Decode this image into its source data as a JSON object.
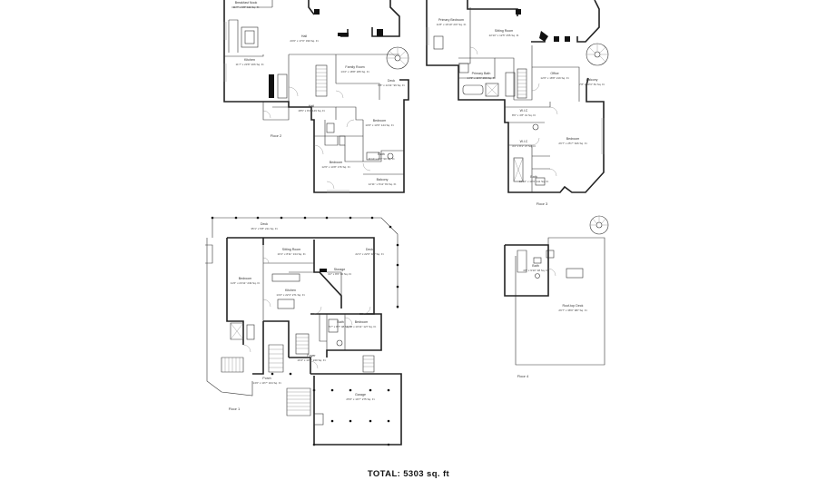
{
  "total": "TOTAL: 5303 sq. ft",
  "floors": {
    "floor2": {
      "name": "Floor 2",
      "rooms": {
        "breakfast": {
          "name": "Breakfast Nook",
          "size": "11'7\" x 9'8\" 111 Sq. Ft"
        },
        "hall": {
          "name": "Hall",
          "size": "20'0\" x 17'0\" 330 Sq. Ft"
        },
        "kitchen": {
          "name": "Kitchen",
          "size": "11'7\" x 23'8\" 206 Sq. Ft"
        },
        "family": {
          "name": "Family Room",
          "size": "13'2\" x 18'8\" 265 Sq. Ft"
        },
        "deck": {
          "name": "Deck",
          "size": "6'8\" x 14'11\" 99 Sq. Ft"
        },
        "hall2": {
          "name": "Hall",
          "size": "18'5\" x 8'2\" 149 Sq. Ft"
        },
        "bedroom": {
          "name": "Bedroom",
          "size": "10'6\" x 13'9\" 144 Sq. Ft"
        },
        "bedroom2": {
          "name": "Bedroom",
          "size": "12'6\" x 14'8\" 176 Sq. Ft"
        },
        "bath": {
          "name": "Bath",
          "size": "11'11\" x 8'3\" 90 Sq. Ft"
        },
        "balcony": {
          "name": "Balcony",
          "size": "12'11\" x 6'11\" 84 Sq. Ft"
        }
      }
    },
    "floor3": {
      "name": "Floor 3",
      "rooms": {
        "primary_bedroom": {
          "name": "Primary Bedroom",
          "size": "11'8\" x 19'10\" 207 Sq. Ft"
        },
        "sitting": {
          "name": "Sitting Room",
          "size": "22'10\" x 12'5\" 255 Sq. Ft"
        },
        "primary_bath": {
          "name": "Primary Bath",
          "size": "14'3\" x 11'6\" 156 Sq. Ft"
        },
        "office": {
          "name": "Office",
          "size": "12'6\" x 18'8\" 219 Sq. Ft"
        },
        "balcony": {
          "name": "Balcony",
          "size": "7'8\" x 13'3\" 81 Sq. Ft"
        },
        "bedroom": {
          "name": "Bedroom",
          "size": "26'7\" x 25'7\" 626 Sq. Ft"
        },
        "wic": {
          "name": "W.I.C",
          "size": "8'9\" x 4'8\" 41 Sq. Ft"
        },
        "wic2": {
          "name": "W.I.C",
          "size": "4'4\" x 8'1\" 37 Sq. Ft"
        },
        "bath": {
          "name": "Bath",
          "size": "10'10\" x 10'6\" 111 Sq. Ft"
        }
      }
    },
    "floor1": {
      "name": "Floor 1",
      "rooms": {
        "deck": {
          "name": "Deck",
          "size": "35'1\" x 5'8\" 211 Sq. Ft"
        },
        "sitting": {
          "name": "Sitting Room",
          "size": "16'1\" x 8'11\" 134 Sq. Ft"
        },
        "deck2": {
          "name": "Deck",
          "size": "22'1\" x 22'0\" 487 Sq. Ft"
        },
        "bedroom": {
          "name": "Bedroom",
          "size": "11'6\" x 23'11\" 249 Sq. Ft"
        },
        "storage": {
          "name": "Storage",
          "size": "4'2\" x 8'6\" 60 Sq. Ft"
        },
        "kitchen": {
          "name": "Kitchen",
          "size": "13'2\" x 22'4\" 271 Sq. Ft"
        },
        "bath": {
          "name": "Bath",
          "size": "5'7\" x 8'7\" 48 Sq. Ft"
        },
        "bedroom2": {
          "name": "Bedroom",
          "size": "11'4\" x 10'11\" 127 Sq. Ft"
        },
        "foyer": {
          "name": "Foyer",
          "size": "16'4\" x 13'6\" 240 Sq. Ft"
        },
        "porch": {
          "name": "Porch",
          "size": "14'0\" x 10'7\" 104 Sq. Ft"
        },
        "garage": {
          "name": "Garage",
          "size": "25'6\" x 10'7\" 275 Sq. Ft"
        }
      }
    },
    "floor4": {
      "name": "Floor 4",
      "rooms": {
        "bath": {
          "name": "Bath",
          "size": "4'8\" x 9'10\" 48 Sq. Ft"
        },
        "roof_deck": {
          "name": "Roof-top Deck",
          "size": "26'7\" x 38'0\" 987 Sq. Ft"
        }
      }
    }
  }
}
